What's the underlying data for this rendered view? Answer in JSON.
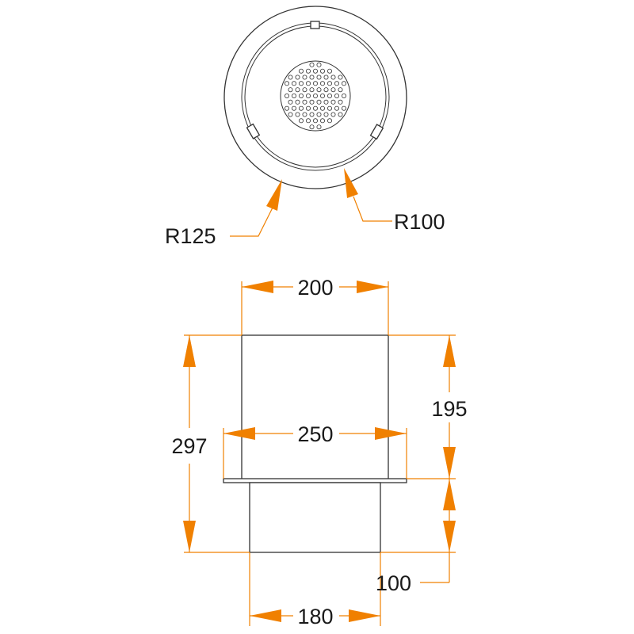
{
  "colors": {
    "dimension": "#f08000",
    "outline": "#333333",
    "background": "#ffffff"
  },
  "top_view": {
    "outer_radius_label": "R125",
    "inner_radius_label": "R100"
  },
  "side_view": {
    "top_width_label": "200",
    "flange_width_label": "250",
    "bottom_width_label": "180",
    "total_height_label": "297",
    "upper_height_label": "195",
    "lower_height_label": "100"
  }
}
